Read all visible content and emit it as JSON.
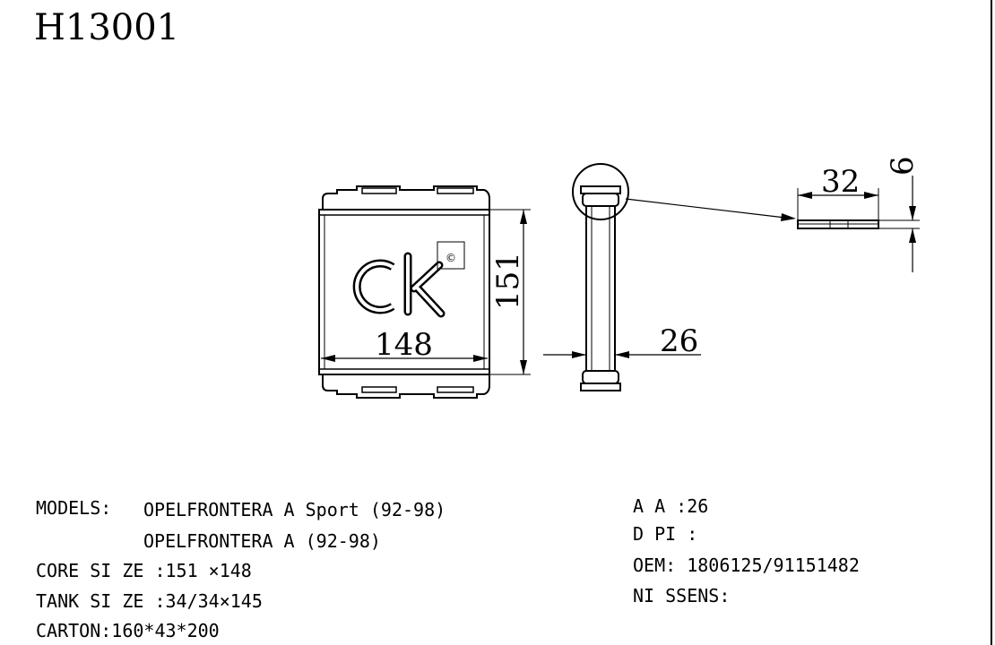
{
  "title": "H13001",
  "logo": {
    "text": "ck",
    "mark": "©"
  },
  "dimensions": {
    "width": "148",
    "height": "151",
    "depth": "26",
    "tank_width": "32",
    "tank_height": "6"
  },
  "specs": {
    "models_label": "MODELS:",
    "model_1": "OPELFRONTERA A Sport (92-98)",
    "model_2": "OPELFRONTERA A (92-98)",
    "core_size": "CORE SI ZE :151 ×148",
    "tank_size": "TANK SI ZE :34/34×145",
    "carton": "CARTON:160*43*200",
    "aa": "A A :26",
    "dpi": "D PI :",
    "oem": "OEM: 1806125/91151482",
    "nissens": "NI SSENS:"
  }
}
